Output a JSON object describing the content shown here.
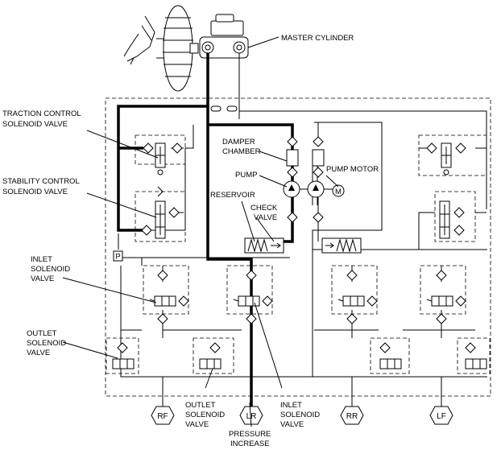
{
  "labels": {
    "master_cylinder": "MASTER CYLINDER",
    "traction_control_1": "TRACTION CONTROL",
    "traction_control_2": "SOLENOID VALVE",
    "stability_control_1": "STABILITY CONTROL",
    "stability_control_2": "SOLENOID VALVE",
    "damper_1": "DAMPER",
    "damper_2": "CHAMBER",
    "pump": "PUMP",
    "pump_motor": "PUMP MOTOR",
    "reservoir": "RESERVOIR",
    "check_1": "CHECK",
    "check_2": "VALVE",
    "inlet_left_1": "INLET",
    "inlet_left_2": "SOLENOID",
    "inlet_left_3": "VALVE",
    "outlet_left_1": "OUTLET",
    "outlet_left_2": "SOLENOID",
    "outlet_left_3": "VALVE",
    "outlet_bottom_1": "OUTLET",
    "outlet_bottom_2": "SOLENOID",
    "outlet_bottom_3": "VALVE",
    "inlet_bottom_1": "INLET",
    "inlet_bottom_2": "SOLENOID",
    "inlet_bottom_3": "VALVE",
    "pressure_1": "PRESSURE",
    "pressure_2": "INCREASE",
    "p_marker": "P",
    "motor_symbol": "M"
  },
  "wheels": [
    "RF",
    "LR",
    "RR",
    "LF"
  ]
}
